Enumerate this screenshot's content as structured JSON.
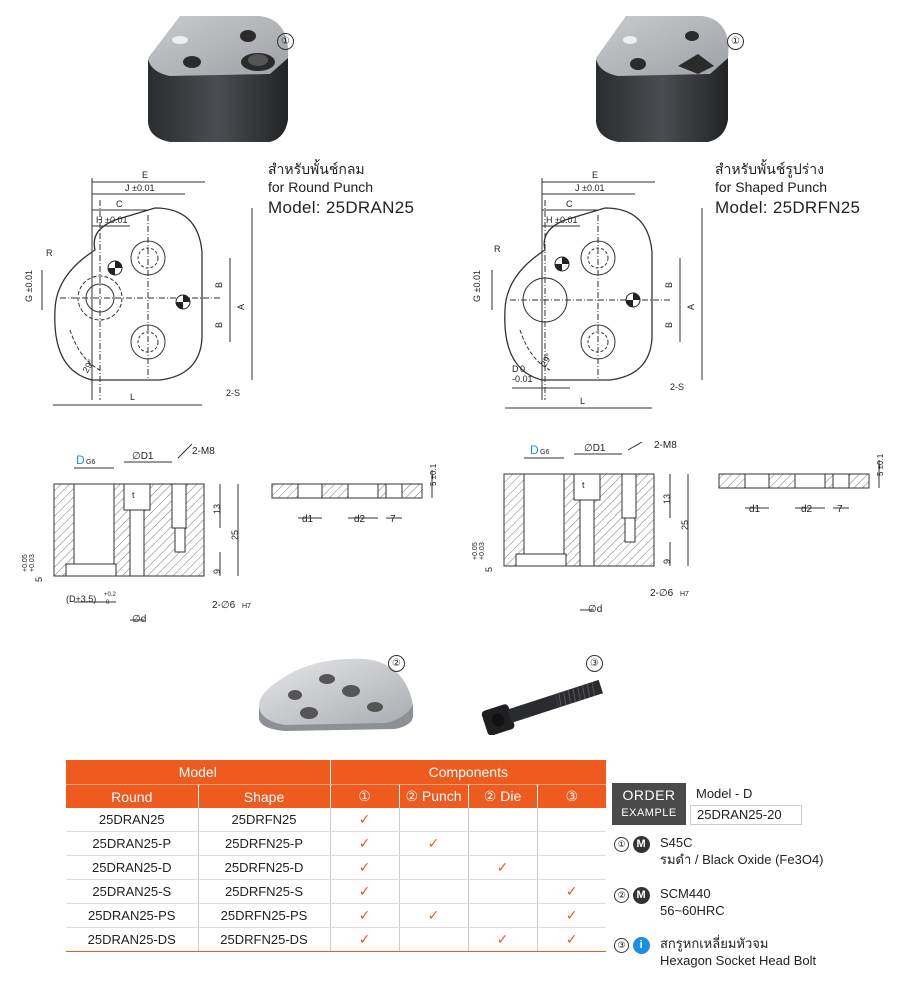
{
  "left": {
    "marker": "①",
    "caption_th": "สำหรับพั้นช์กลม",
    "caption_en": "for Round Punch",
    "model": "Model: 25DRAN25"
  },
  "right": {
    "marker": "①",
    "caption_th": "สำหรับพั้นช์รูปร่าง",
    "caption_en": "for Shaped Punch",
    "model": "Model: 25DRFN25"
  },
  "dims": {
    "E": "E",
    "J": "J ±0.01",
    "C": "C",
    "H": "H ±0.01",
    "R": "R",
    "G": "G ±0.01",
    "B": "B",
    "A": "A",
    "L": "L",
    "angle": "29°",
    "S": "2-S",
    "D_top": "0",
    "D_bot": "-0.01",
    "DG6": "D",
    "G6": "G6",
    "D1": "∅D1",
    "M8": "2-M8",
    "t": "t",
    "d13": "13",
    "d25": "25",
    "d9": "9",
    "tol_top": "+0.05",
    "tol_bot": "+0.03",
    "five": "5",
    "counterbore": "(D+3.5)",
    "cb_tol_top": "+0.2",
    "cb_tol_bot": "0",
    "phid": "∅d",
    "pin": "2-∅6",
    "H7": "H7",
    "plate_t": "5 ±0.1",
    "d1": "d1",
    "d2": "d2",
    "seven": "7"
  },
  "parts": [
    {
      "marker": "②"
    },
    {
      "marker": "③"
    }
  ],
  "table": {
    "header_model": "Model",
    "header_components": "Components",
    "col_round": "Round",
    "col_shape": "Shape",
    "col_c1": "①",
    "col_c2": "② Punch",
    "col_c3": "② Die",
    "col_c4": "③",
    "check_glyph": "✓",
    "rows": [
      {
        "round": "25DRAN25",
        "shape": "25DRFN25",
        "c1": true,
        "c2": false,
        "c3": false,
        "c4": false
      },
      {
        "round": "25DRAN25-P",
        "shape": "25DRFN25-P",
        "c1": true,
        "c2": true,
        "c3": false,
        "c4": false
      },
      {
        "round": "25DRAN25-D",
        "shape": "25DRFN25-D",
        "c1": true,
        "c2": false,
        "c3": true,
        "c4": false
      },
      {
        "round": "25DRAN25-S",
        "shape": "25DRFN25-S",
        "c1": true,
        "c2": false,
        "c3": false,
        "c4": true
      },
      {
        "round": "25DRAN25-PS",
        "shape": "25DRFN25-PS",
        "c1": true,
        "c2": true,
        "c3": false,
        "c4": true
      },
      {
        "round": "25DRAN25-DS",
        "shape": "25DRFN25-DS",
        "c1": true,
        "c2": false,
        "c3": true,
        "c4": true
      }
    ]
  },
  "order": {
    "label1": "ORDER",
    "label2": "EXAMPLE",
    "format": "Model - D",
    "example": "25DRAN25-20"
  },
  "materials": [
    {
      "num": "①",
      "badge": "M",
      "line1": "S45C",
      "line2": "รมดำ / Black Oxide (Fe3O4)"
    },
    {
      "num": "②",
      "badge": "M",
      "line1": "SCM440",
      "line2": "56~60HRC"
    },
    {
      "num": "③",
      "badge": "i",
      "line1": "สกรูหกเหลี่ยมหัวจม",
      "line2": "Hexagon Socket Head Bolt"
    }
  ],
  "colors": {
    "accent": "#ef5a1f",
    "blue": "#1a8fe3",
    "dark": "#4a4a4a"
  }
}
